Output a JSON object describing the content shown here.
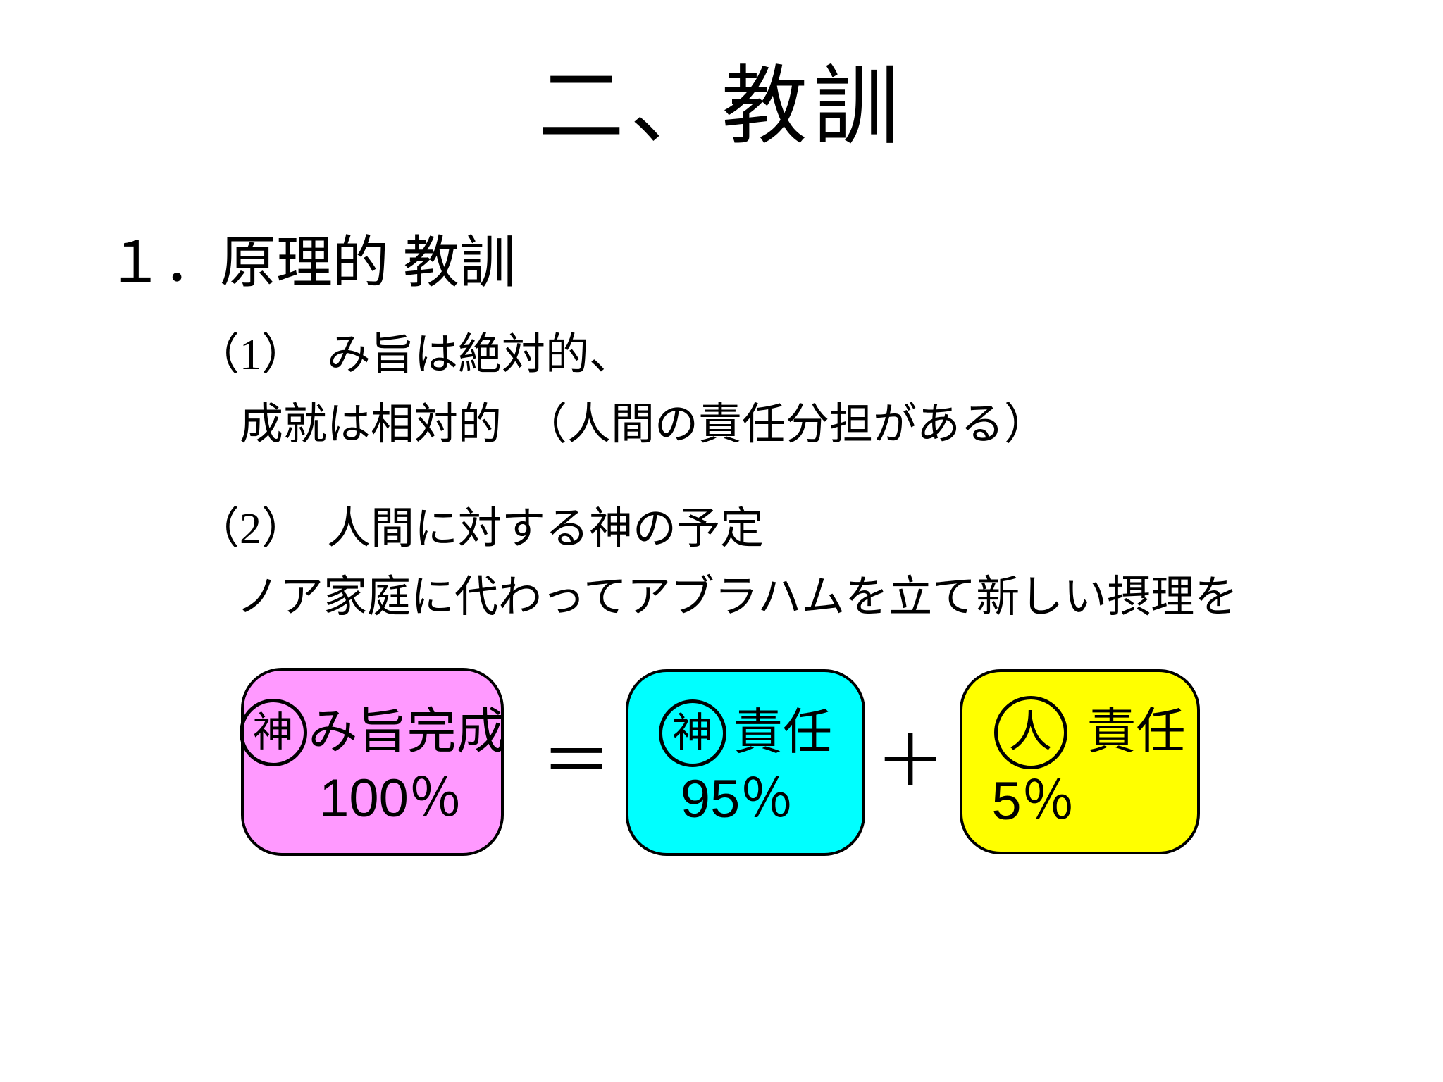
{
  "slide": {
    "title": "二、教訓",
    "section_heading": "１．原理的 教訓",
    "point1": {
      "line1": "（1）　み旨は絶対的、",
      "line2": "成就は相対的　（人間の責任分担がある）"
    },
    "point2": {
      "line1": "（2）　人間に対する神の予定",
      "line2": "ノア家庭に代わってアブラハムを立て新しい摂理を"
    },
    "equation": {
      "result": {
        "circle": "神",
        "label": "み旨完成",
        "value": "100％",
        "color": "#ff99ff"
      },
      "equals": "＝",
      "term1": {
        "circle": "神",
        "label": "責任",
        "value": "95％",
        "color": "#00ffff"
      },
      "plus": "＋",
      "term2": {
        "circle": "人",
        "label": "責任",
        "value": "5％",
        "color": "#ffff00"
      }
    },
    "colors": {
      "background": "#ffffff",
      "text": "#000000",
      "box_border": "#000000"
    }
  }
}
